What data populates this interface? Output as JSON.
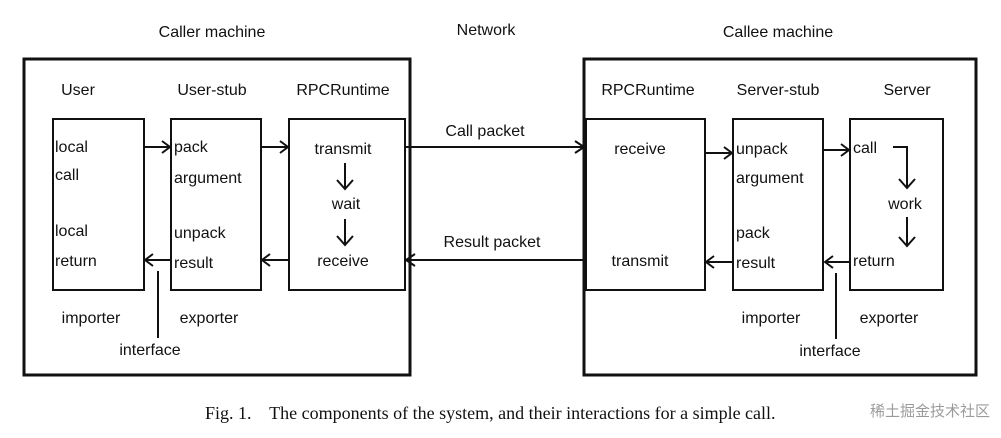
{
  "headers": {
    "caller": "Caller machine",
    "network": "Network",
    "callee": "Callee machine"
  },
  "caller": {
    "user": {
      "title": "User",
      "local_call_1": "local",
      "local_call_2": "call",
      "local_return_1": "local",
      "local_return_2": "return",
      "role": "importer"
    },
    "user_stub": {
      "title": "User-stub",
      "pack_1": "pack",
      "pack_2": "argument",
      "unpack_1": "unpack",
      "unpack_2": "result",
      "role": "exporter"
    },
    "rpc_runtime": {
      "title": "RPCRuntime",
      "transmit": "transmit",
      "wait": "wait",
      "receive": "receive"
    },
    "interface": "interface"
  },
  "network": {
    "call_packet": "Call packet",
    "result_packet": "Result packet"
  },
  "callee": {
    "rpc_runtime": {
      "title": "RPCRuntime",
      "receive": "receive",
      "transmit": "transmit"
    },
    "server_stub": {
      "title": "Server-stub",
      "unpack_1": "unpack",
      "unpack_2": "argument",
      "pack_1": "pack",
      "pack_2": "result",
      "role": "importer"
    },
    "server": {
      "title": "Server",
      "call": "call",
      "work": "work",
      "return": "return",
      "role": "exporter"
    },
    "interface": "interface"
  },
  "caption": "Fig. 1.    The components of the system, and their interactions for a simple call.",
  "watermark": "稀土掘金技术社区"
}
